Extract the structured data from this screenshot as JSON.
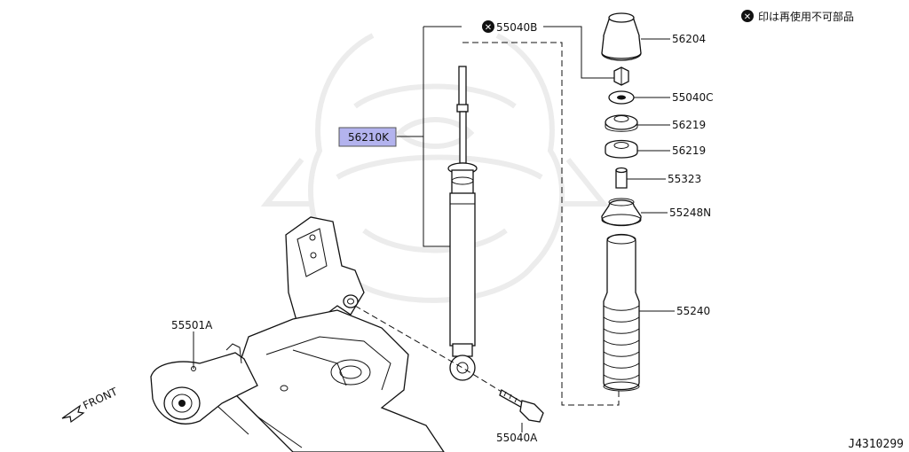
{
  "legend": {
    "symbol": "✕",
    "text": "印は再使用不可部品"
  },
  "diagram_id": "J4310299",
  "front_label": "FRONT",
  "parts": {
    "bolt_nut_top": "55040B",
    "shock_absorber": "56210K",
    "mount_insulator": "56204",
    "washer": "55040C",
    "bushing_upper": "56219",
    "bushing_lower": "56219",
    "distance_tube": "55323",
    "bound_seat": "55248N",
    "bumper_cover": "55240",
    "bolt_lower": "55040A",
    "lower_link": "55501A"
  },
  "colors": {
    "highlight": "#b3b3ee",
    "line": "#111111",
    "watermark": "#ececec"
  }
}
